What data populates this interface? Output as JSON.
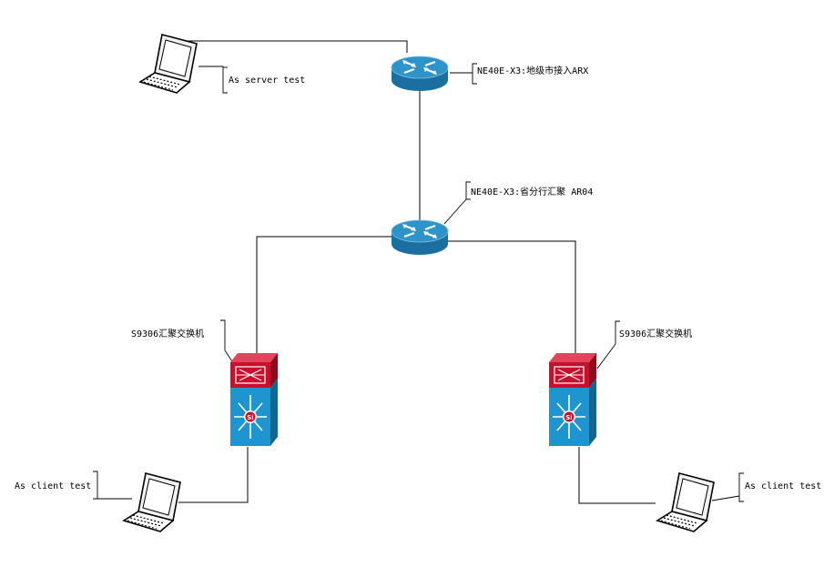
{
  "nodes": {
    "server_laptop": {
      "label": "As server test"
    },
    "router_top": {
      "label": "NE40E-X3:地级市接入ARX"
    },
    "router_mid": {
      "label": "NE40E-X3:省分行汇聚 AR04"
    },
    "switch_left": {
      "label": "S9306汇聚交换机"
    },
    "switch_right": {
      "label": "S9306汇聚交换机"
    },
    "client_left": {
      "label": "As client test"
    },
    "client_right": {
      "label": "As client test"
    }
  },
  "colors": {
    "router_top": "#2e93c9",
    "router_side": "#1b6fa0",
    "switch_red": "#c8102e",
    "switch_red_dark": "#8e0a1f",
    "switch_blue": "#1f95cf",
    "switch_blue_dark": "#13648f",
    "line": "#000000"
  }
}
